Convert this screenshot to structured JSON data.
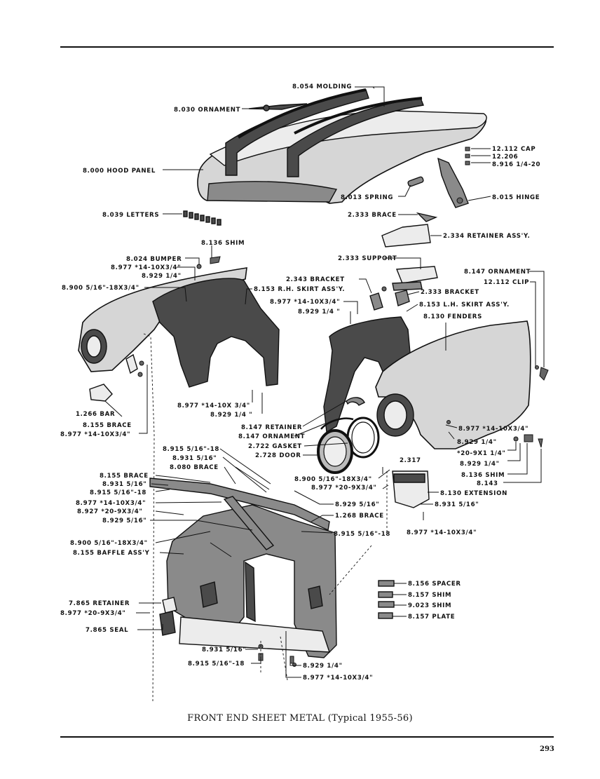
{
  "caption": "FRONT END SHEET METAL (Typical 1955-56)",
  "page_number": "293",
  "labels": {
    "molding": "8.054 MOLDING",
    "ornament_hood": "8.030 ORNAMENT",
    "hood_panel": "8.000 HOOD PANEL",
    "letters": "8.039 LETTERS",
    "cap": "12.112 CAP",
    "cap_206": "12.206",
    "cap_916": "8.916 1/4-20",
    "spring": "8.013 SPRING",
    "hinge": "8.015 HINGE",
    "brace_2333": "2.333 BRACE",
    "retainer_assy": "2.334 RETAINER ASS'Y.",
    "shim_8136_top": "8.136 SHIM",
    "bumper": "8.024 BUMPER",
    "bumper_977": "8.977 *14-10X3/4\"",
    "bumper_929": "8.929 1/4\"",
    "bolt_900_left": "8.900 5/16\"-18X3/4\"",
    "support": "2.333 SUPPORT",
    "bracket_2343": "2.343 BRACKET",
    "rh_skirt": "8.153 R.H. SKIRT ASS'Y.",
    "rh_skirt_977": "8.977 *14-10X3/4\"",
    "rh_skirt_929": "8.929 1/4 \"",
    "bracket_2333": "2.333 BRACKET",
    "lh_skirt": "8.153 L.H. SKIRT ASS'Y.",
    "fenders": "8.130 FENDERS",
    "ornament_8147": "8.147 ORNAMENT",
    "clip": "12.112 CLIP",
    "skirt_low_977": "8.977 *14-10X 3/4\"",
    "skirt_low_929": "8.929 1/4 \"",
    "bar": "1.266 BAR",
    "brace_8155": "8.155 BRACE",
    "brace_8155_977": "8.977 *14-10X3/4\"",
    "retainer_8147": "8.147 RETAINER",
    "ornament_8147b": "8.147 ORNAMENT",
    "gasket": "2.722 GASKET",
    "door": "2.728 DOOR",
    "fender_977": "8.977 *14-10X3/4\"",
    "fender_929": "8.929 1/4\"",
    "fender_20x1": "*20-9X1 1/4\"",
    "fender_929b": "8.929 1/4\"",
    "fender_shim": "8.136 SHIM",
    "fender_143": "8.143",
    "extension": "8.130 EXTENSION",
    "ext_931": "8.931 5/16\"",
    "ext_977": "8.977   *14-10X3/4\"",
    "brace_915": "8.915 5/16\"-18",
    "brace_931": "8.931 5/16\"",
    "brace_8080": "8.080 BRACE",
    "num_2317": "2.317",
    "ex_900": "8.900 5/16\"-18X3/4\"",
    "ex_977": "8.977 *20-9X3/4\"",
    "left_brace_8155": "8.155 BRACE",
    "left_931": "8.931 5/16\"",
    "left_915": "8.915 5/16\"-18",
    "left_977_14": "8.977 *14-10X3/4\"",
    "left_927_20": "8.927 *20-9X3/4\"",
    "left_929": "8.929 5/16\"",
    "mid_929": "8.929 5/16\"",
    "brace_1268": "1.268 BRACE",
    "mid_915": "8.915 5/16\"-18",
    "left_900": "8.900 5/16\"-18X3/4\"",
    "baffle": "8.155 BAFFLE ASS'Y",
    "retainer_7865": "7.865 RETAINER",
    "retainer_7865_977": "8.977 *20-9X3/4\"",
    "seal": "7.865 SEAL",
    "spacer": "8.156 SPACER",
    "shim_8157": "8.157 SHIM",
    "shim_9023": "9.023 SHIM",
    "plate_8157": "8.157 PLATE",
    "bottom_931": "8.931 5/16\"",
    "bottom_915": "8.915 5/16\"-18",
    "bottom_929": "8.929 1/4\"",
    "bottom_977": "8.977 *14-10X3/4\""
  }
}
